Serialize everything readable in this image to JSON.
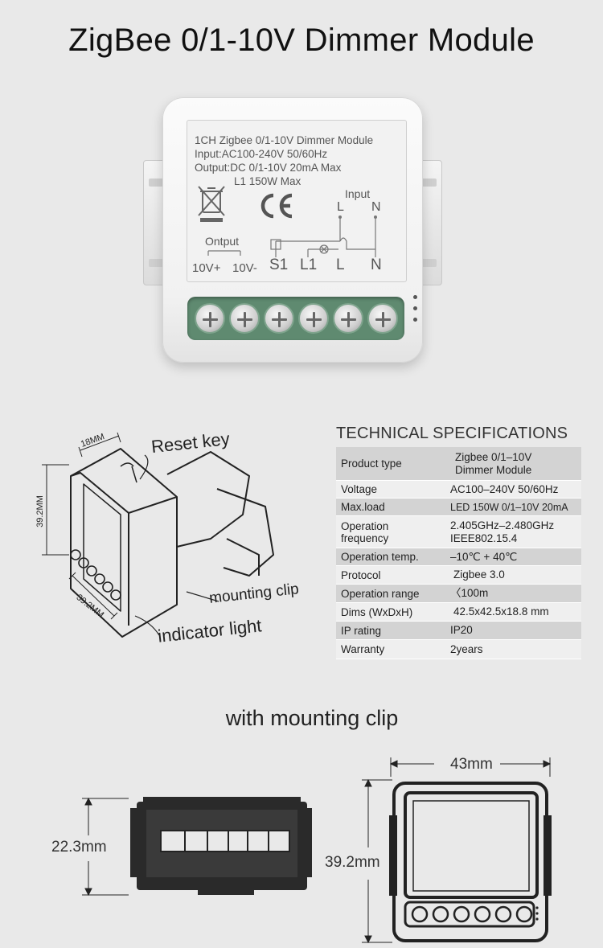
{
  "title": "ZigBee 0/1-10V Dimmer Module",
  "product_label": {
    "line1": "1CH Zigbee 0/1-10V Dimmer Module",
    "line2": "Input:AC100-240V 50/60Hz",
    "line3": "Output:DC 0/1-10V 20mA Max",
    "line4": "L1 150W Max",
    "input_label": "Input",
    "output_label": "Ontput",
    "input_L": "L",
    "input_N": "N",
    "terminal_labels": [
      "10V+",
      "10V-",
      "S1",
      "L1",
      "L",
      "N"
    ]
  },
  "sketch": {
    "width_dim": "18MM",
    "height_dim": "39.2MM",
    "depth_dim": "39.2MM",
    "reset_key": "Reset key",
    "mounting_clip": "mounting clip",
    "indicator_light": "indicator light"
  },
  "specs": {
    "heading": "TECHNICAL SPECIFICATIONS",
    "rows": [
      {
        "key": "Product type",
        "value": "Zigbee 0/1–10V\nDimmer Module"
      },
      {
        "key": "Voltage",
        "value": "AC100–240V 50/60Hz"
      },
      {
        "key": "Max.load",
        "value": "LED 150W 0/1–10V 20mA"
      },
      {
        "key": "Operation\nfrequency",
        "value": "2.405GHz–2.480GHz\nIEEE802.15.4"
      },
      {
        "key": "Operation temp.",
        "value": "–10℃ + 40℃"
      },
      {
        "key": "Protocol",
        "value": "Zigbee  3.0"
      },
      {
        "key": "Operation range",
        "value": "〈100m"
      },
      {
        "key": "Dims (WxDxH)",
        "value": "42.5x42.5x18.8 mm"
      },
      {
        "key": "IP rating",
        "value": "IP20"
      },
      {
        "key": "Warranty",
        "value": "2years"
      }
    ]
  },
  "clip_section": {
    "title": "with mounting clip",
    "side_height": "22.3mm",
    "front_width": "43mm",
    "front_height": "39.2mm"
  }
}
